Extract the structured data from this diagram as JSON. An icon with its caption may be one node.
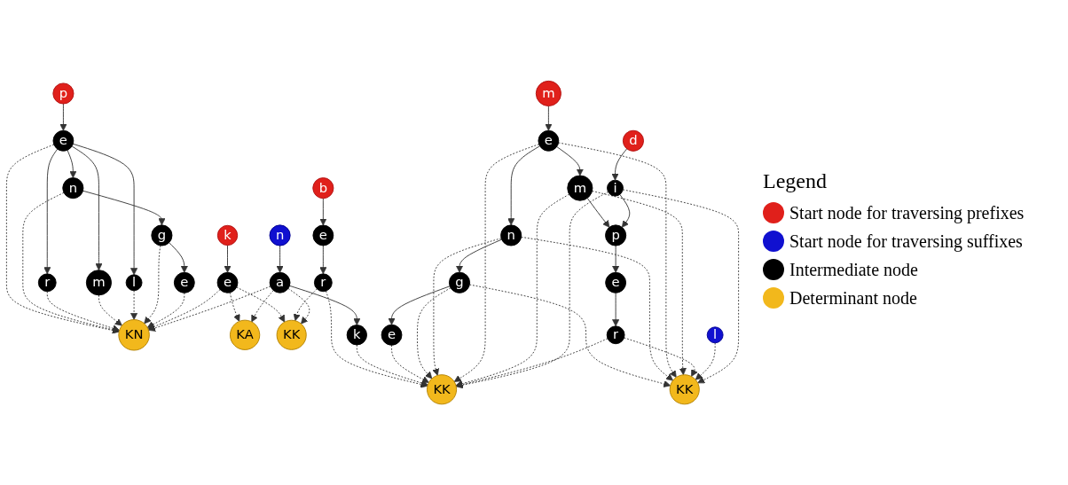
{
  "diagram": {
    "nodes": [
      {
        "text": [
          "p"
        ]
      },
      {
        "text": [
          "e"
        ]
      },
      {
        "text": [
          "l"
        ]
      },
      {
        "text": [
          "n"
        ]
      },
      {
        "text": [
          "r"
        ]
      },
      {
        "text": [
          "m"
        ]
      },
      {
        "text": [
          "g"
        ]
      },
      {
        "text": [
          "e"
        ]
      },
      {
        "text": [
          "KN"
        ]
      },
      {
        "text": [
          "k"
        ]
      },
      {
        "text": [
          "e"
        ]
      },
      {
        "text": [
          "KA"
        ]
      },
      {
        "text": [
          "KK"
        ]
      },
      {
        "text": [
          "b"
        ]
      },
      {
        "text": [
          "e"
        ]
      },
      {
        "text": [
          "r"
        ]
      },
      {
        "text": [
          "KK"
        ]
      },
      {
        "text": [
          "m"
        ]
      },
      {
        "text": [
          "l"
        ]
      },
      {
        "text": [
          "g"
        ]
      },
      {
        "text": [
          "n"
        ]
      },
      {
        "text": [
          "e"
        ]
      },
      {
        "text": [
          "m"
        ]
      },
      {
        "text": [
          "e"
        ]
      },
      {
        "text": [
          "p"
        ]
      },
      {
        "text": [
          "e"
        ]
      },
      {
        "text": [
          "i"
        ]
      },
      {
        "text": [
          "r"
        ]
      },
      {
        "text": [
          "d"
        ]
      },
      {
        "text": [
          "n"
        ]
      },
      {
        "text": [
          "a"
        ]
      },
      {
        "text": [
          "k"
        ]
      },
      {
        "text": [
          "KK"
        ]
      }
    ],
    "edges": [
      {
        "from": 0,
        "to": 1,
        "arrow": "to"
      },
      {
        "from": 1,
        "to": 3,
        "arrow": "to"
      },
      {
        "from": 1,
        "to": 4,
        "arrow": "to"
      },
      {
        "from": 1,
        "to": 5,
        "arrow": "to"
      },
      {
        "from": 1,
        "to": 2,
        "arrow": "to"
      },
      {
        "from": 3,
        "to": 6,
        "arrow": "to"
      },
      {
        "from": 6,
        "to": 7,
        "arrow": "to"
      },
      {
        "from": 9,
        "to": 10,
        "arrow": "to"
      },
      {
        "from": 13,
        "to": 14,
        "arrow": "to"
      },
      {
        "from": 14,
        "to": 15,
        "arrow": "to"
      },
      {
        "from": 29,
        "to": 30,
        "arrow": "to"
      },
      {
        "from": 30,
        "to": 31,
        "arrow": "to"
      },
      {
        "from": 17,
        "to": 21,
        "arrow": "to"
      },
      {
        "from": 21,
        "to": 20,
        "arrow": "to"
      },
      {
        "from": 20,
        "to": 19,
        "arrow": "to"
      },
      {
        "from": 19,
        "to": 23,
        "arrow": "to"
      },
      {
        "from": 21,
        "to": 22,
        "arrow": "to"
      },
      {
        "from": 22,
        "to": 24,
        "arrow": "to"
      },
      {
        "from": 24,
        "to": 25,
        "arrow": "to"
      },
      {
        "from": 25,
        "to": 27,
        "arrow": "to"
      },
      {
        "from": 28,
        "to": 26,
        "arrow": "to"
      },
      {
        "from": 26,
        "to": 24,
        "arrow": "to"
      },
      {
        "from": 1,
        "to": 8,
        "arrow": "to",
        "style": "dashed"
      },
      {
        "from": 3,
        "to": 8,
        "arrow": "to",
        "style": "dashed"
      },
      {
        "from": 4,
        "to": 8,
        "arrow": "to",
        "style": "dashed"
      },
      {
        "from": 5,
        "to": 8,
        "arrow": "to",
        "style": "dashed"
      },
      {
        "from": 2,
        "to": 8,
        "arrow": "to",
        "style": "dashed"
      },
      {
        "from": 6,
        "to": 8,
        "arrow": "to",
        "style": "dashed"
      },
      {
        "from": 7,
        "to": 8,
        "arrow": "to",
        "style": "dashed"
      },
      {
        "from": 10,
        "to": 8,
        "arrow": "to",
        "style": "dashed"
      },
      {
        "from": 10,
        "to": 11,
        "arrow": "to",
        "style": "dashed"
      },
      {
        "from": 10,
        "to": 12,
        "arrow": "to",
        "style": "dashed"
      },
      {
        "from": 15,
        "to": 12,
        "arrow": "to",
        "style": "dashed"
      },
      {
        "from": 30,
        "to": 8,
        "arrow": "to",
        "style": "dashed"
      },
      {
        "from": 30,
        "to": 11,
        "arrow": "to",
        "style": "dashed"
      },
      {
        "from": 30,
        "to": 12,
        "arrow": "to",
        "style": "dashed"
      },
      {
        "from": 15,
        "to": 32,
        "arrow": "to",
        "style": "dashed"
      },
      {
        "from": 31,
        "to": 32,
        "arrow": "to",
        "style": "dashed"
      },
      {
        "from": 19,
        "to": 16,
        "arrow": "to",
        "style": "dashed"
      },
      {
        "from": 20,
        "to": 16,
        "arrow": "to",
        "style": "dashed"
      },
      {
        "from": 21,
        "to": 16,
        "arrow": "to",
        "style": "dashed"
      },
      {
        "from": 22,
        "to": 16,
        "arrow": "to",
        "style": "dashed"
      },
      {
        "from": 27,
        "to": 16,
        "arrow": "to",
        "style": "dashed"
      },
      {
        "from": 18,
        "to": 16,
        "arrow": "to",
        "style": "dashed"
      },
      {
        "from": 26,
        "to": 16,
        "arrow": "to",
        "style": "dashed"
      },
      {
        "from": 23,
        "to": 32,
        "arrow": "to",
        "style": "dashed"
      },
      {
        "from": 19,
        "to": 32,
        "arrow": "to",
        "style": "dashed"
      },
      {
        "from": 20,
        "to": 32,
        "arrow": "to",
        "style": "dashed"
      },
      {
        "from": 21,
        "to": 32,
        "arrow": "to",
        "style": "dashed"
      },
      {
        "from": 22,
        "to": 32,
        "arrow": "to",
        "style": "dashed"
      },
      {
        "from": 27,
        "to": 32,
        "arrow": "to",
        "style": "dashed"
      },
      {
        "from": 26,
        "to": 32,
        "arrow": "to",
        "style": "dashed"
      }
    ],
    "labels": [
      "Legend"
    ],
    "legend": [
      {
        "text": "Start node for traversing prefixes",
        "color": "#e0201b"
      },
      {
        "text": "Start node for traversing suffixes",
        "color": "#1010d0"
      },
      {
        "text": "Intermediate node",
        "color": "#000000"
      },
      {
        "text": "Determinant node",
        "color": "#f2b81c"
      }
    ]
  }
}
